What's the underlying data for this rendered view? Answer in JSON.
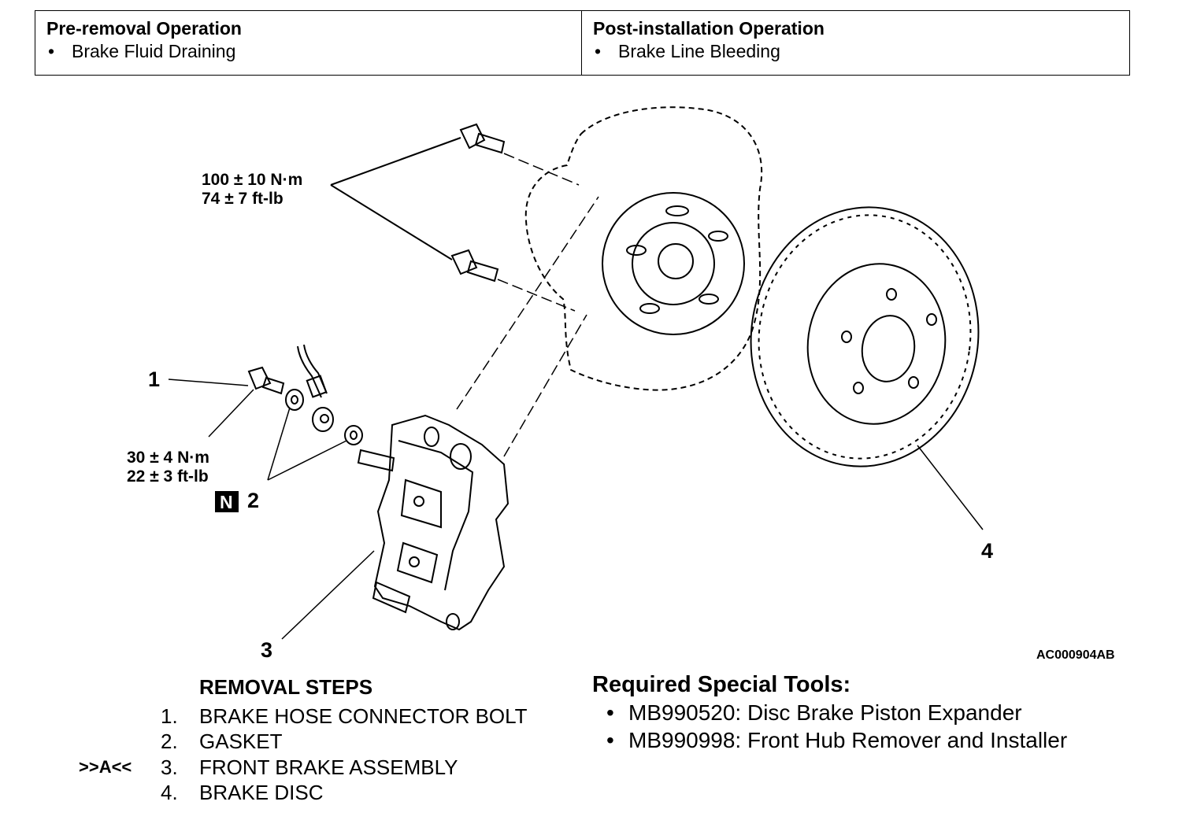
{
  "operations": {
    "pre_removal": {
      "title": "Pre-removal Operation",
      "item": "Brake Fluid Draining"
    },
    "post_installation": {
      "title": "Post-installation Operation",
      "item": "Brake Line Bleeding"
    },
    "bullet": "•"
  },
  "diagram": {
    "torque_top_nm": "100 ± 10 N·m",
    "torque_top_ftlb": "74 ± 7 ft-lb",
    "torque_bolt_nm": "30 ± 4 N·m",
    "torque_bolt_ftlb": "22 ± 3 ft-lb",
    "callout_1": "1",
    "callout_2": "2",
    "callout_3": "3",
    "callout_4": "4",
    "new_part_badge": "N",
    "figure_code": "AC000904AB"
  },
  "removal": {
    "title": "REMOVAL STEPS",
    "steps": [
      {
        "marker": "",
        "num": "1.",
        "text": "BRAKE HOSE CONNECTOR BOLT"
      },
      {
        "marker": "",
        "num": "2.",
        "text": "GASKET"
      },
      {
        "marker": ">>A<<",
        "num": "3.",
        "text": "FRONT BRAKE ASSEMBLY"
      },
      {
        "marker": "",
        "num": "4.",
        "text": "BRAKE DISC"
      }
    ]
  },
  "tools": {
    "title": "Required Special Tools:",
    "items": [
      "MB990520: Disc Brake Piston Expander",
      "MB990998: Front Hub Remover and Installer"
    ]
  }
}
